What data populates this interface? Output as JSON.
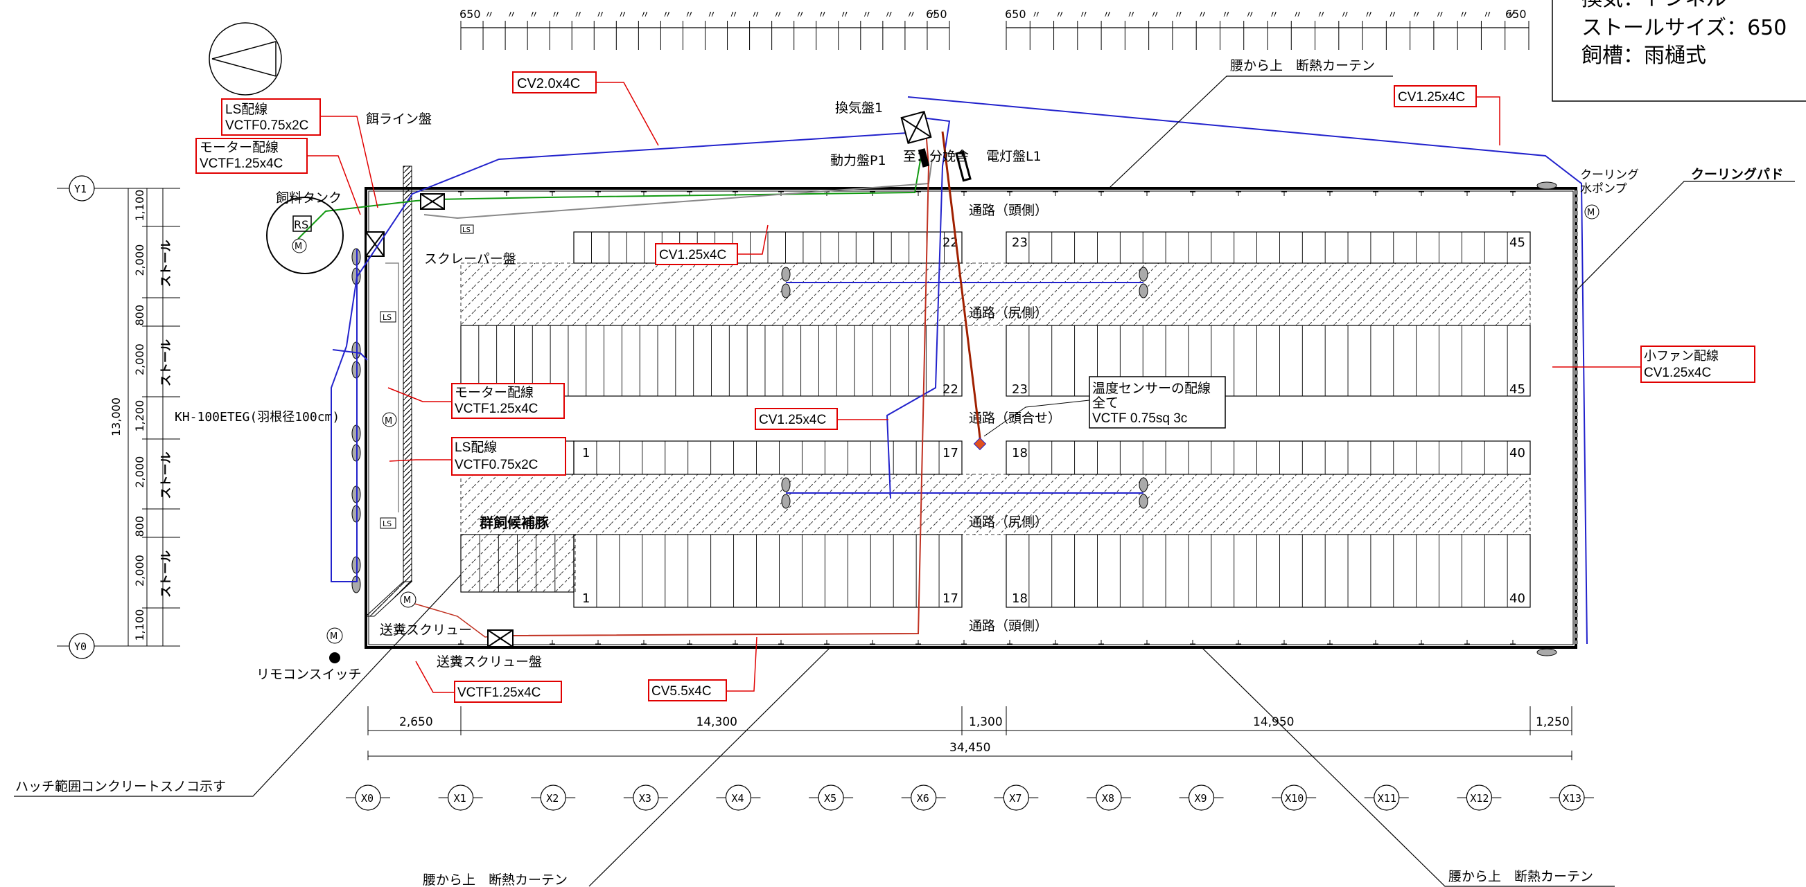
{
  "title_block": {
    "line1": "換気：トンネル",
    "line2": "ストールサイズ：650",
    "line3": "飼槽：雨樋式"
  },
  "ruler": {
    "end_label": "650",
    "ditto": "〃"
  },
  "grid_x": [
    "X0",
    "X1",
    "X2",
    "X3",
    "X4",
    "X5",
    "X6",
    "X7",
    "X8",
    "X9",
    "X10",
    "X11",
    "X12",
    "X13"
  ],
  "grid_y": [
    "Y1",
    "Y0"
  ],
  "dims_bottom": [
    "2,650",
    "14,300",
    "1,300",
    "14,950",
    "1,250"
  ],
  "dim_total": "34,450",
  "dims_left": [
    "1,100",
    "2,000",
    "800",
    "2,000",
    "1,200",
    "2,000",
    "800",
    "2,000",
    "1,100"
  ],
  "dim_left_total": "13,000",
  "stall_label": "ストール",
  "aisles": {
    "head": "通路（頭側）",
    "rear": "通路（尻側）",
    "head_join": "通路（頭合せ）"
  },
  "stall_numbers": {
    "n1": "1",
    "n17": "17",
    "n18": "18",
    "n22": "22",
    "n23": "23",
    "n40": "40",
    "n45": "45"
  },
  "group_pen": "群飼候補豚",
  "fan_model": "KH-100ETEG(羽根径100cm)",
  "labels": {
    "feed_line_panel": "餌ライン盤",
    "feed_tank": "飼料タンク",
    "rs": "RS",
    "scraper_panel": "スクレーパー盤",
    "vent_panel": "換気盤1",
    "power_panel": "動力盤P1",
    "to_distribution": "至：分娩舎",
    "light_panel": "電灯盤L1",
    "curtain_top": "腰から上　断熱カーテン",
    "curtain_bottom_left": "腰から上　断熱カーテン",
    "curtain_bottom_right": "腰から上　断熱カーテン",
    "cooling_pump": "クーリング\n水ポンプ",
    "cooling_pad": "クーリングパド",
    "manure_screw": "送糞スクリュー",
    "manure_screw_panel": "送糞スクリュー盤",
    "remote_switch": "リモコンスイッチ",
    "hatch": "ハッチ範囲コンクリートスノコ示す",
    "ls": "LS",
    "motor": "M"
  },
  "callouts": {
    "cv20": "CV2.0x4C",
    "ls_wiring_top_1": "LS配線",
    "ls_wiring_top_2": "VCTF0.75x2C",
    "motor_wiring_top_1": "モーター配線",
    "motor_wiring_top_2": "VCTF1.25x4C",
    "cv125_top": "CV1.25x4C",
    "cv125_mid": "CV1.25x4C",
    "cv125_center": "CV1.25x4C",
    "motor_wiring_mid_1": "モーター配線",
    "motor_wiring_mid_2": "VCTF1.25x4C",
    "ls_wiring_mid_1": "LS配線",
    "ls_wiring_mid_2": "VCTF0.75x2C",
    "temp_sensor_1": "温度センサーの配線",
    "temp_sensor_2": "全て",
    "temp_sensor_3": "VCTF 0.75sq 3c",
    "small_fan_1": "小ファン配線",
    "small_fan_2": "CV1.25x4C",
    "cv55": "CV5.5x4C",
    "vctf_bottom": "VCTF1.25x4C"
  },
  "colors": {
    "callout": "#e00000",
    "blue_wire": "#2222cc",
    "green_wire": "#119911",
    "brown_wire": "#b03010"
  }
}
